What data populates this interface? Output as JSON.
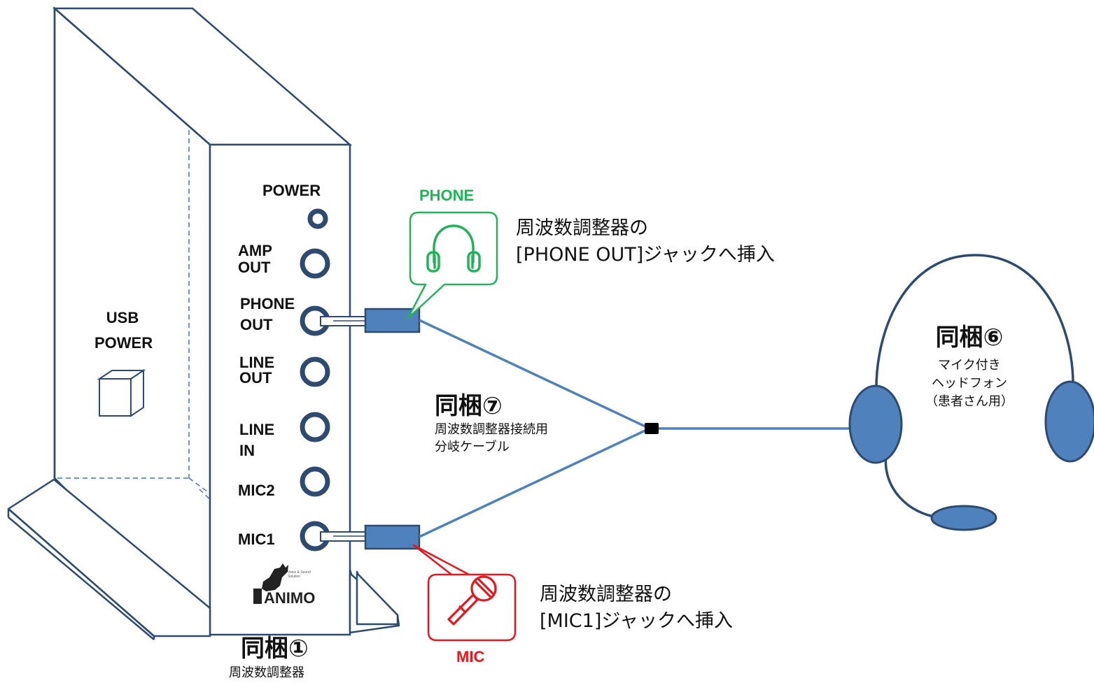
{
  "device": {
    "ports": {
      "power": "POWER",
      "amp_out": [
        "AMP",
        "OUT"
      ],
      "phone_out": [
        "PHONE",
        "OUT"
      ],
      "line_out": [
        "LINE",
        "OUT"
      ],
      "line_in": [
        "LINE",
        "IN"
      ],
      "mic2": "MIC2",
      "mic1": "MIC1"
    },
    "usb_power": [
      "USB",
      "POWER"
    ],
    "logo": {
      "brand": "ANIMO",
      "tagline": [
        "Voice & Sound",
        "Solution"
      ]
    },
    "bundle_label": "同梱①",
    "caption": "周波数調整器"
  },
  "phone_callout": {
    "title": "PHONE",
    "instruction": [
      "周波数調整器の",
      "[PHONE OUT]ジャックへ挿入"
    ]
  },
  "mic_callout": {
    "title": "MIC",
    "instruction": [
      "周波数調整器の",
      "[MIC1]ジャックへ挿入"
    ]
  },
  "cable": {
    "bundle_label": "同梱⑦",
    "caption": [
      "周波数調整器接続用",
      "分岐ケーブル"
    ]
  },
  "headset": {
    "bundle_label": "同梱⑥",
    "caption": [
      "マイク付き",
      "ヘッドフォン",
      "（患者さん用）"
    ]
  },
  "colors": {
    "outline": "#2e4a6e",
    "accent_blue": "#4f81bd",
    "phone_green": "#22b35a",
    "mic_red": "#e8161e",
    "device_dashed": "#4472c4"
  }
}
